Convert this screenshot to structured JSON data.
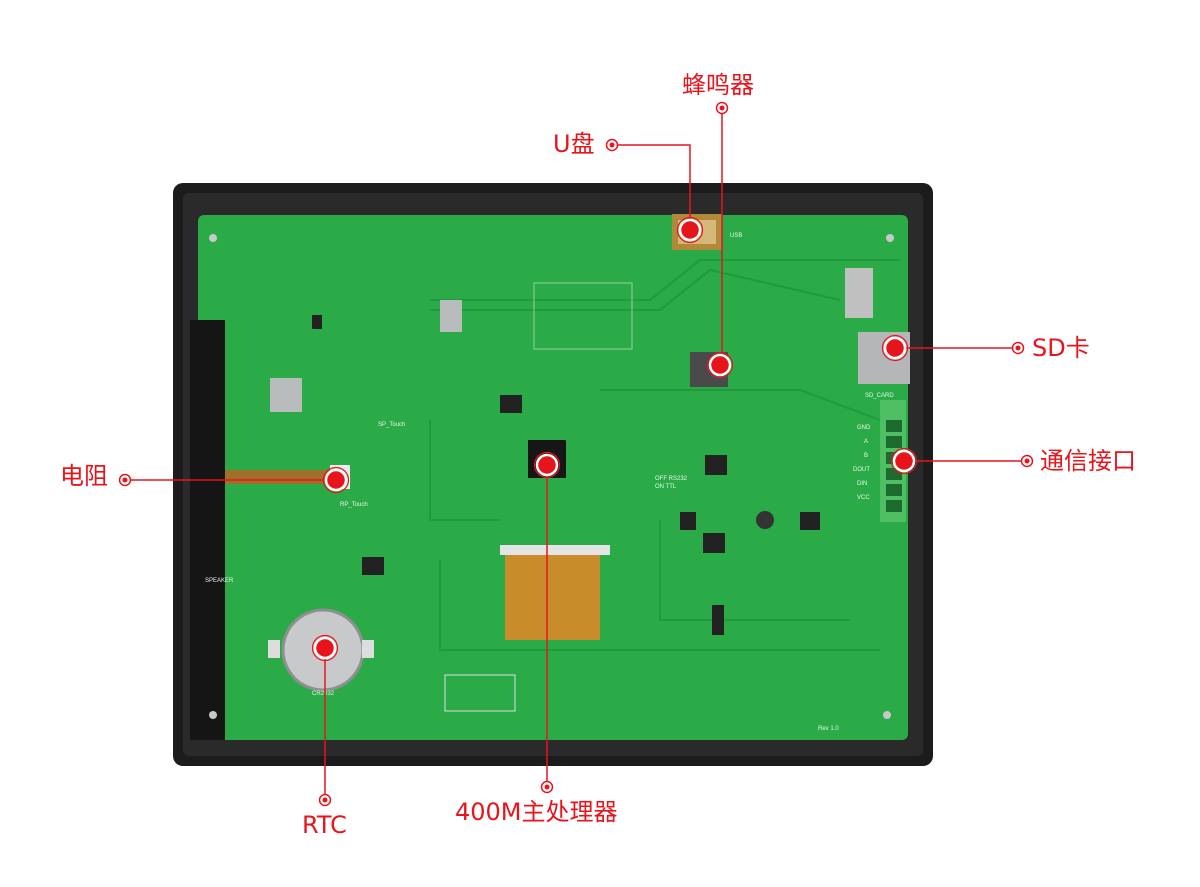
{
  "callouts": {
    "buzzer": "蜂鸣器",
    "usb_disk": "U盘",
    "sd_card": "SD卡",
    "comm_port": "通信接口",
    "resistor": "电阻",
    "rtc": "RTC",
    "cpu": "400M主处理器"
  },
  "board_silkscreen": {
    "terminals": [
      "GND",
      "A",
      "B",
      "DOUT",
      "DIN",
      "VCC"
    ],
    "sd_card": "SD_CARD",
    "usb": "USB",
    "speaker": "SPEAKER",
    "battery": "CR2032",
    "rp_touch": "RP_Touch",
    "sp_touch": "SP_Touch",
    "mode_off": "OFF RS232",
    "mode_on": "ON TTL",
    "revision": "Rev 1.0"
  },
  "colors": {
    "accent": "#e8141c",
    "pcb": "#2bab47",
    "enclosure": "#1c1c1c"
  }
}
